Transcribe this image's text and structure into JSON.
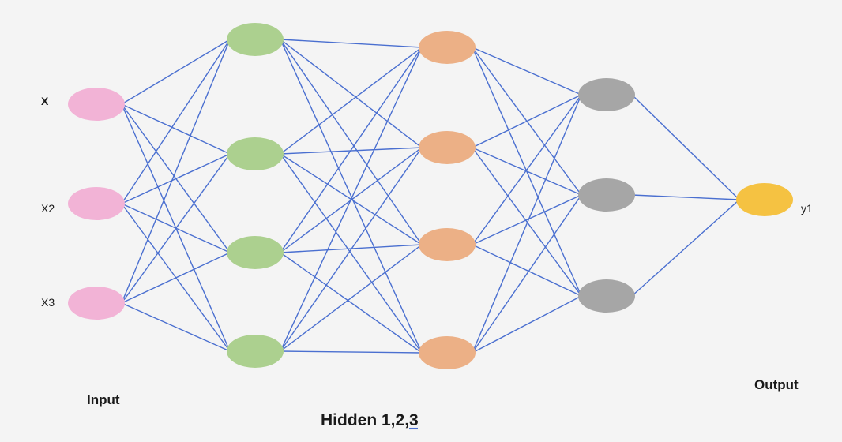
{
  "colors": {
    "edge": "#4a6fd0",
    "input": "#f2b3d6",
    "hidden1": "#acd08f",
    "hidden2": "#ecb086",
    "hidden3": "#a6a6a6",
    "output": "#f5c242",
    "background": "#f4f4f4"
  },
  "layers": [
    {
      "name": "input",
      "nodes": 3,
      "color_key": "input"
    },
    {
      "name": "hidden1",
      "nodes": 4,
      "color_key": "hidden1"
    },
    {
      "name": "hidden2",
      "nodes": 4,
      "color_key": "hidden2"
    },
    {
      "name": "hidden3",
      "nodes": 3,
      "color_key": "hidden3"
    },
    {
      "name": "output",
      "nodes": 1,
      "color_key": "output"
    }
  ],
  "node_labels": {
    "input": [
      "X",
      "X2",
      "X3"
    ],
    "output": [
      "y1"
    ]
  },
  "captions": {
    "input": "Input",
    "hidden_prefix": "Hidden 1,2,",
    "hidden_suffix": "3",
    "output": "Output"
  }
}
